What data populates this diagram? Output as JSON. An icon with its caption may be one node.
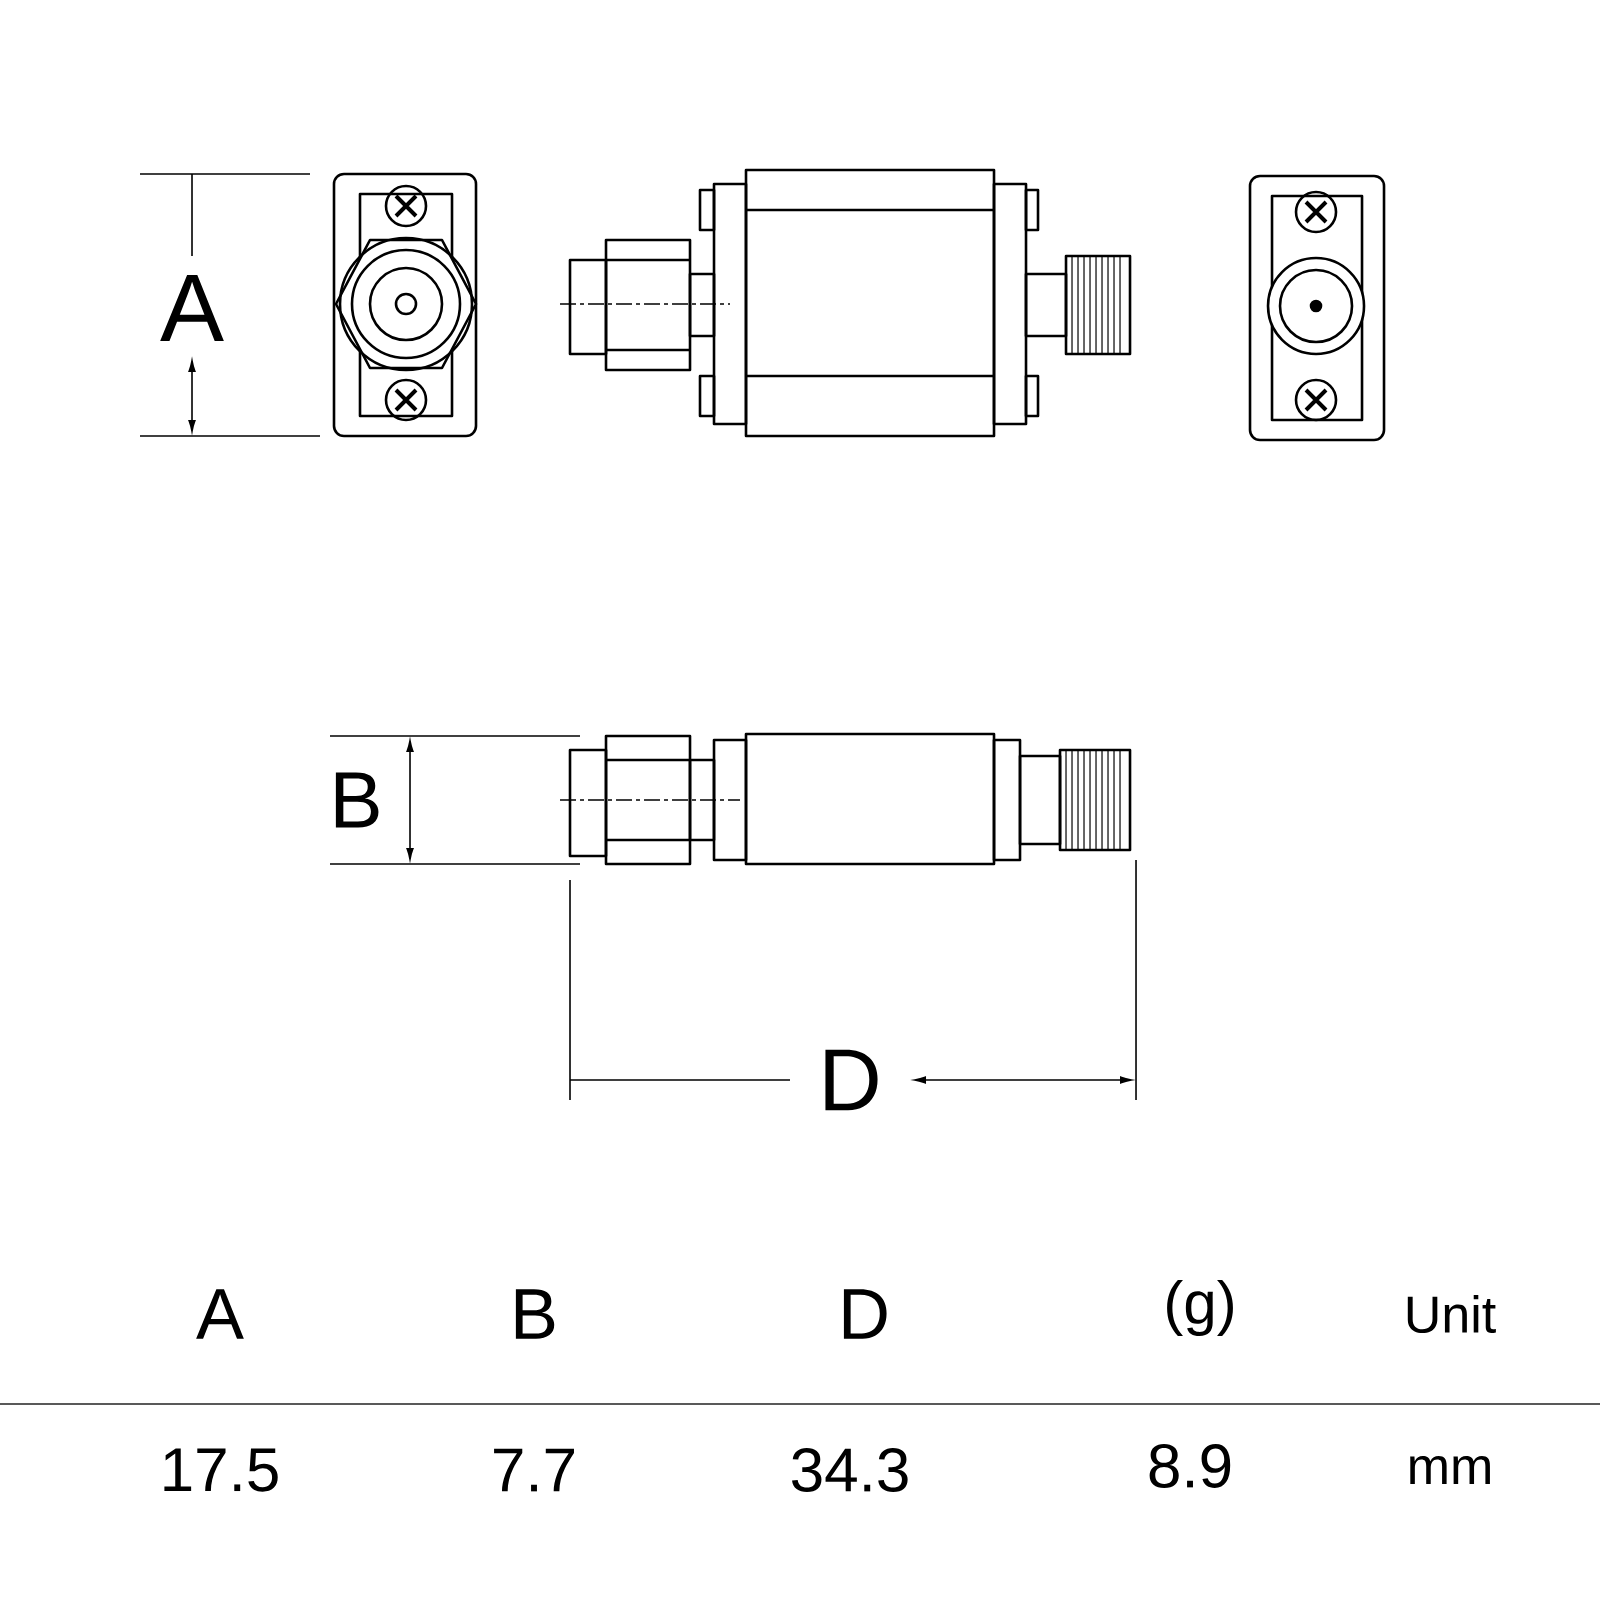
{
  "diagram": {
    "labels": [
      "A",
      "B",
      "D",
      "A",
      "B",
      "D",
      "(g)",
      "Unit",
      "17.5",
      "7.7",
      "34.3",
      "8.9",
      "mm"
    ]
  }
}
